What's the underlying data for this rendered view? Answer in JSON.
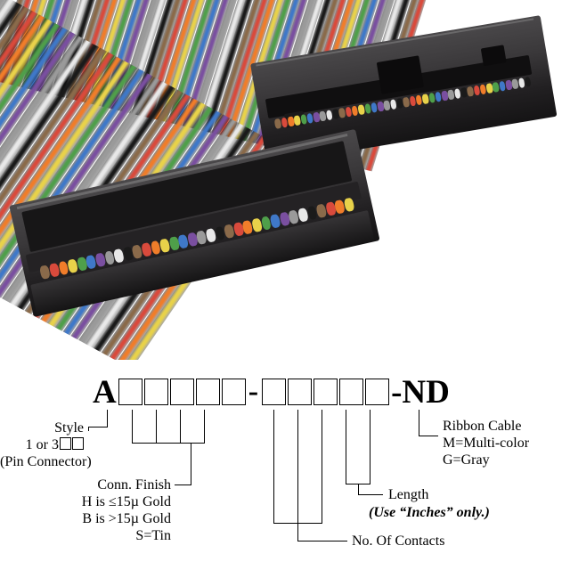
{
  "image": {
    "subject": "IDC ribbon cable assembly with two black insulation-displacement connectors and multi-color rainbow flat ribbon cable",
    "background_color": "#ffffff"
  },
  "photo": {
    "connector_upper": {
      "name": "idc-socket-connector-upper",
      "body_color": "#2a282a"
    },
    "connector_lower": {
      "name": "idc-socket-connector-lower",
      "body_color": "#2a282a"
    },
    "ribbon_colors": [
      "#8a6a4a",
      "#d94a3c",
      "#f07d2a",
      "#e8d24a",
      "#4f9f4a",
      "#3f78c8",
      "#7a4fa0",
      "#9a9a9a",
      "#e8e8e8",
      "#1a1a1a"
    ]
  },
  "part_number": {
    "lead_letter": "A",
    "boxes_group1": 5,
    "separator": "-",
    "boxes_group2": 5,
    "suffix": "-ND"
  },
  "callouts": {
    "style": {
      "title": "Style",
      "line2_prefix": "1 or 3",
      "line3": "(Pin Connector)"
    },
    "conn_finish": {
      "title": "Conn. Finish",
      "lines": [
        "H is ≤15µ Gold",
        "B is >15µ Gold",
        "S=Tin"
      ]
    },
    "contacts": {
      "title": "No. Of Contacts"
    },
    "length": {
      "title": "Length",
      "note": "(Use “Inches” only.)"
    },
    "ribbon_cable": {
      "title": "Ribbon Cable",
      "lines": [
        "M=Multi-color",
        "G=Gray"
      ]
    }
  }
}
